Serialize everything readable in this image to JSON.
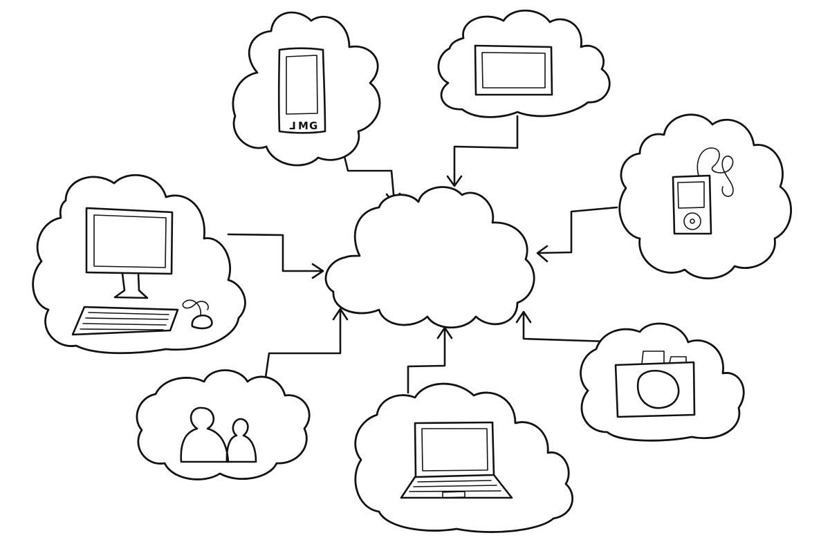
{
  "diagram": {
    "center": {
      "shape": "cloud"
    },
    "nodes": [
      {
        "id": "smartphone",
        "icon": "smartphone-icon",
        "phone_buttons": [
          "⅃",
          "M",
          "G"
        ]
      },
      {
        "id": "tablet",
        "icon": "tablet-icon"
      },
      {
        "id": "media-player",
        "icon": "media-player-icon"
      },
      {
        "id": "desktop-computer",
        "icon": "desktop-computer-icon"
      },
      {
        "id": "users",
        "icon": "users-icon"
      },
      {
        "id": "laptop",
        "icon": "laptop-icon"
      },
      {
        "id": "camera",
        "icon": "camera-icon"
      }
    ],
    "edges": [
      {
        "from": "smartphone",
        "to": "center"
      },
      {
        "from": "tablet",
        "to": "center"
      },
      {
        "from": "media-player",
        "to": "center"
      },
      {
        "from": "desktop-computer",
        "to": "center"
      },
      {
        "from": "users",
        "to": "center"
      },
      {
        "from": "laptop",
        "to": "center"
      },
      {
        "from": "camera",
        "to": "center"
      }
    ],
    "colors": {
      "ink": "#111111",
      "background": "#ffffff"
    }
  }
}
